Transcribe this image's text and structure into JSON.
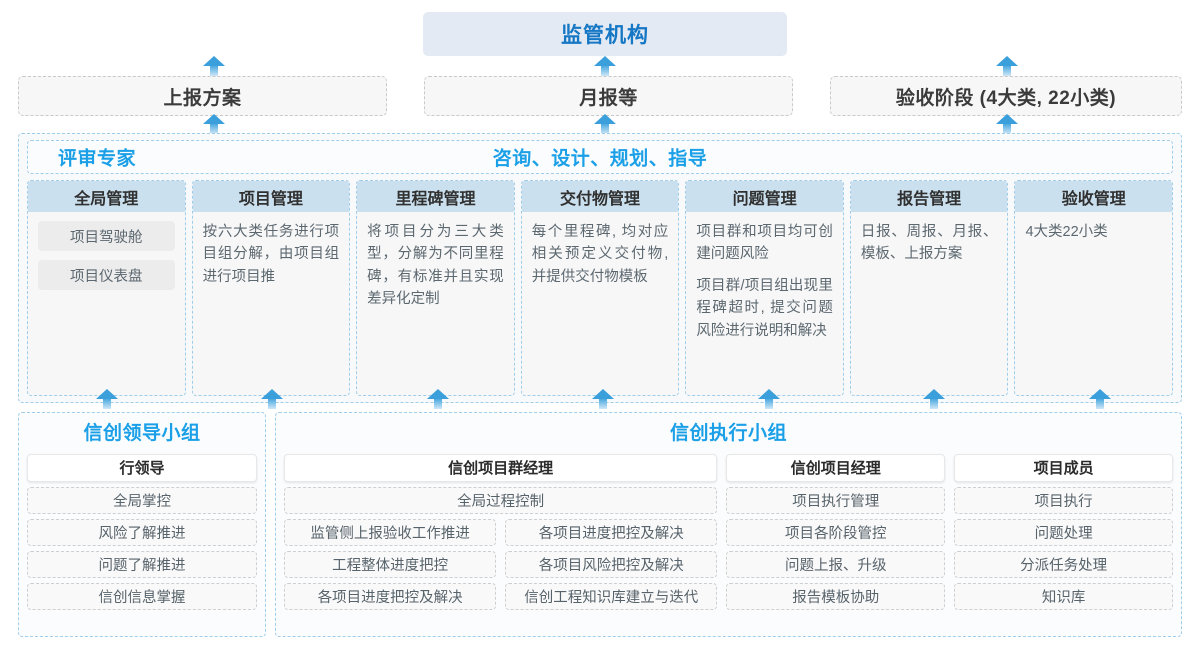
{
  "colors": {
    "accent_blue": "#1ba0e8",
    "regulator_text": "#1677c4",
    "regulator_bg": "#e3eaf4",
    "col_header_bg": "#cbe0ee",
    "arrow": "#3a9fdb",
    "dashed_border_blue": "#9fcdea",
    "dashed_border_grey": "#c9c9c9",
    "body_text": "#5c6870"
  },
  "top": {
    "regulator": "监管机构",
    "boxes": [
      {
        "label": "上报方案"
      },
      {
        "label": "月报等"
      },
      {
        "label": "验收阶段 (4大类, 22小类)"
      }
    ]
  },
  "middle": {
    "header_left": "评审专家",
    "header_center": "咨询、设计、规划、指导",
    "columns": [
      {
        "title": "全局管理",
        "paragraphs": [],
        "pills": [
          "项目驾驶舱",
          "项目仪表盘"
        ]
      },
      {
        "title": "项目管理",
        "paragraphs": [
          "按六大类任务进行项目组分解，由项目组进行项目推"
        ],
        "pills": []
      },
      {
        "title": "里程碑管理",
        "paragraphs": [
          "将项目分为三大类型，分解为不同里程碑，有标准并且实现差异化定制"
        ],
        "pills": []
      },
      {
        "title": "交付物管理",
        "paragraphs": [
          "每个里程碑, 均对应相关预定义交付物, 并提供交付物模板"
        ],
        "pills": []
      },
      {
        "title": "问题管理",
        "paragraphs": [
          "项目群和项目均可创建问题风险",
          "项目群/项目组出现里程碑超时, 提交问题风险进行说明和解决"
        ],
        "pills": []
      },
      {
        "title": "报告管理",
        "paragraphs": [
          "日报、周报、月报、模板、上报方案"
        ],
        "pills": []
      },
      {
        "title": "验收管理",
        "paragraphs": [
          "4大类22小类"
        ],
        "pills": []
      }
    ]
  },
  "bottom": {
    "leader_group": {
      "title": "信创领导小组",
      "role": "行领导",
      "items": [
        "全局掌控",
        "风险了解推进",
        "问题了解推进",
        "信创信息掌握"
      ]
    },
    "exec_group": {
      "title": "信创执行小组",
      "program_manager": {
        "role": "信创项目群经理",
        "full_width_item": "全局过程控制",
        "left_items": [
          "监管侧上报验收工作推进",
          "工程整体进度把控",
          "各项目进度把控及解决"
        ],
        "right_items": [
          "各项目进度把控及解决",
          "各项目风险把控及解决",
          "信创工程知识库建立与迭代"
        ]
      },
      "project_manager": {
        "role": "信创项目经理",
        "items": [
          "项目执行管理",
          "项目各阶段管控",
          "问题上报、升级",
          "报告模板协助"
        ]
      },
      "member": {
        "role": "项目成员",
        "items": [
          "项目执行",
          "问题处理",
          "分派任务处理",
          "知识库"
        ]
      }
    }
  }
}
